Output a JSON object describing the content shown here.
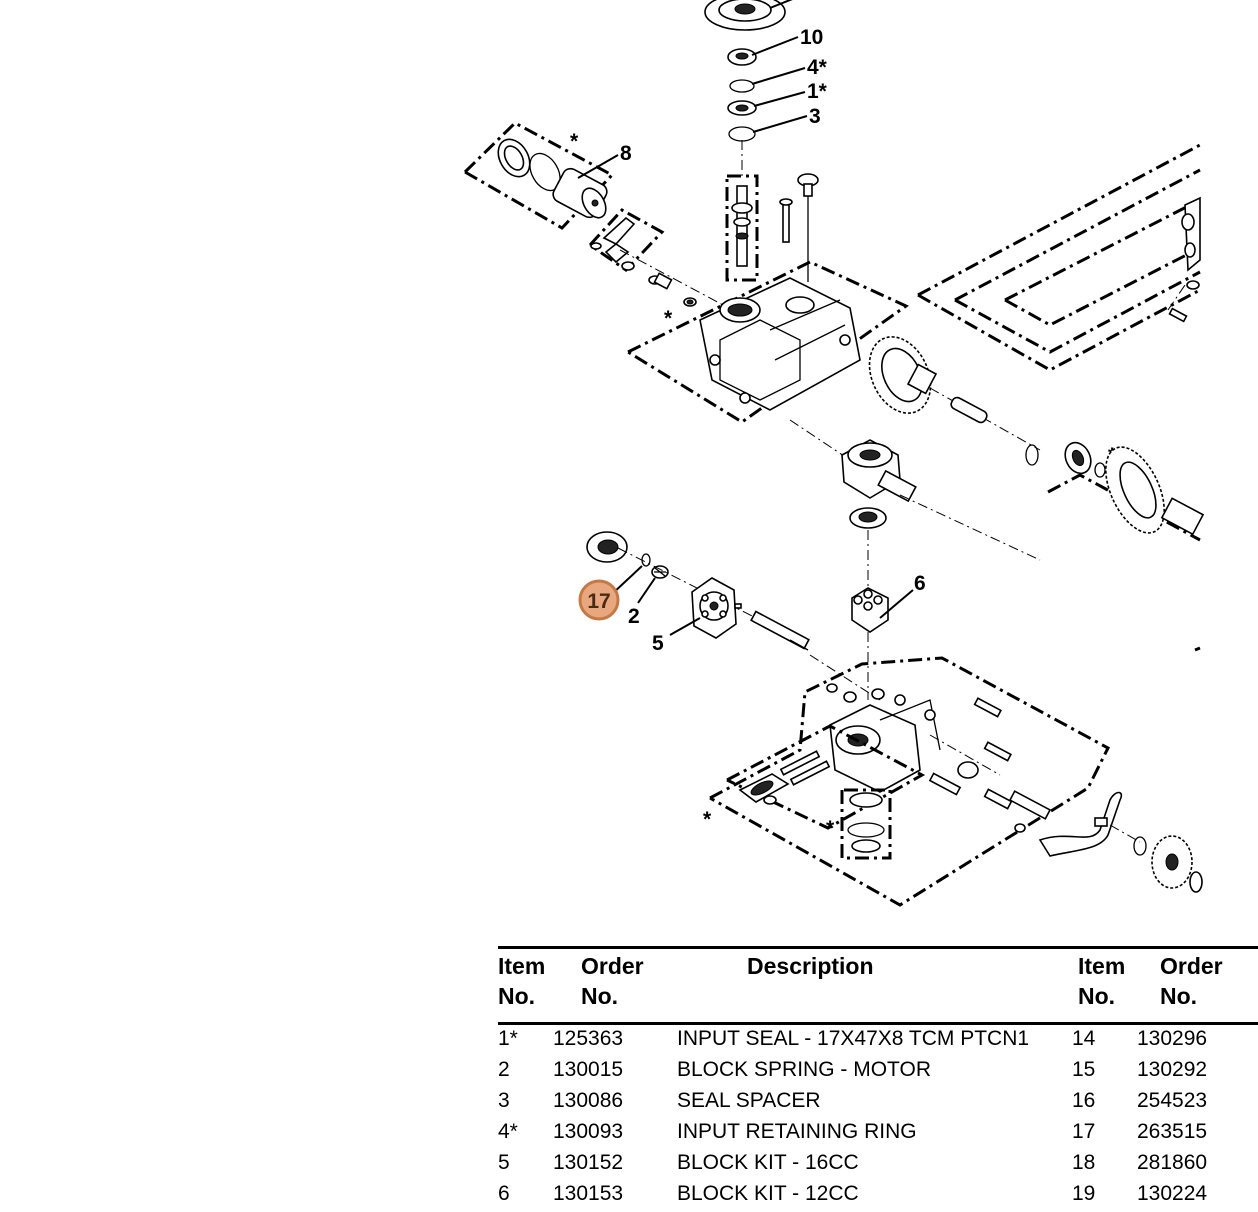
{
  "callouts": {
    "c10": "10",
    "c4": "4*",
    "c1": "1*",
    "c3": "3",
    "c8": "8",
    "c6": "6",
    "c2": "2",
    "c5": "5",
    "c17": "17",
    "asterisk": "*"
  },
  "colors": {
    "highlight_fill": "#e8a77f",
    "highlight_stroke": "#c47a45"
  },
  "table": {
    "headers": {
      "item_no": "Item\nNo.",
      "order_no": "Order\nNo.",
      "description": "Description",
      "item_no_2": "Item\nNo.",
      "order_no_2": "Order\nNo."
    },
    "rows": [
      {
        "item": "1*",
        "order": "125363",
        "desc": "INPUT SEAL - 17X47X8 TCM PTCN1",
        "item2": "14",
        "order2": "130296"
      },
      {
        "item": "2",
        "order": "130015",
        "desc": "BLOCK SPRING - MOTOR",
        "item2": "15",
        "order2": "130292"
      },
      {
        "item": "3",
        "order": "130086",
        "desc": "SEAL SPACER",
        "item2": "16",
        "order2": "254523"
      },
      {
        "item": "4*",
        "order": "130093",
        "desc": "INPUT RETAINING RING",
        "item2": "17",
        "order2": "263515"
      },
      {
        "item": "5",
        "order": "130152",
        "desc": "BLOCK KIT - 16CC",
        "item2": "18",
        "order2": "281860"
      },
      {
        "item": "6",
        "order": "130153",
        "desc": "BLOCK KIT - 12CC",
        "item2": "19",
        "order2": "130224"
      }
    ]
  }
}
